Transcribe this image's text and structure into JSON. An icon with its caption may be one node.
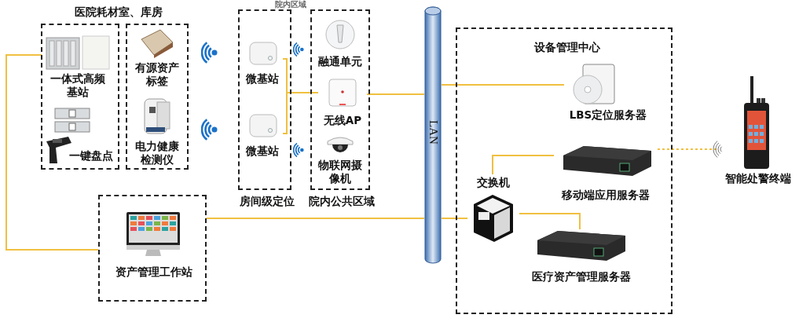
{
  "diagram": {
    "nodes": [
      {
        "text": [],
        "shape": "box"
      },
      {
        "text": [
          "一体式高频基站"
        ],
        "in": 0
      },
      {
        "text": [
          "一键盘点"
        ],
        "in": 0
      },
      {
        "text": [],
        "shape": "box"
      },
      {
        "text": [
          "有源资产标签"
        ],
        "in": 3
      },
      {
        "text": [
          "电力健康检测仪"
        ],
        "in": 3
      },
      {
        "text": [
          "房间级定位"
        ]
      },
      {
        "text": [
          "微基站"
        ],
        "in": 6
      },
      {
        "text": [
          "微基站"
        ],
        "in": 6
      },
      {
        "text": [
          "院内公共区域"
        ]
      },
      {
        "text": [
          "融通单元"
        ],
        "in": 9
      },
      {
        "text": [
          "无线AP"
        ],
        "in": 9
      },
      {
        "text": [
          "物联网摄像机"
        ],
        "in": 9
      },
      {
        "text": [
          "设备管理中心"
        ]
      },
      {
        "text": [
          "LBS定位服务器"
        ],
        "in": 13
      },
      {
        "text": [
          "交换机"
        ],
        "in": 13
      },
      {
        "text": [
          "移动端应用服务器"
        ],
        "in": 13
      },
      {
        "text": [
          "医疗资产管理服务器"
        ],
        "in": 13
      },
      {
        "text": [
          "资产管理工作站"
        ]
      },
      {
        "text": [
          "智能处警终端"
        ]
      },
      {
        "text": [
          "LAN"
        ]
      }
    ],
    "edges": [
      {
        "from": 7,
        "to": 11,
        "arrow": "none"
      },
      {
        "from": 8,
        "to": 11,
        "arrow": "none"
      },
      {
        "from": 11,
        "to": 20,
        "arrow": "none"
      },
      {
        "from": 20,
        "to": 14,
        "arrow": "none"
      },
      {
        "from": 18,
        "to": 20,
        "arrow": "none"
      },
      {
        "from": 20,
        "to": 15,
        "arrow": "none"
      },
      {
        "from": 15,
        "to": 16,
        "arrow": "none"
      },
      {
        "from": 15,
        "to": 17,
        "arrow": "none"
      },
      {
        "from": 1,
        "to": 18,
        "arrow": "none"
      },
      {
        "from": 16,
        "to": 19,
        "arrow": "none",
        "style": "dashed"
      }
    ],
    "labels": [
      "医院耗材室、库房",
      "院内区域"
    ]
  }
}
